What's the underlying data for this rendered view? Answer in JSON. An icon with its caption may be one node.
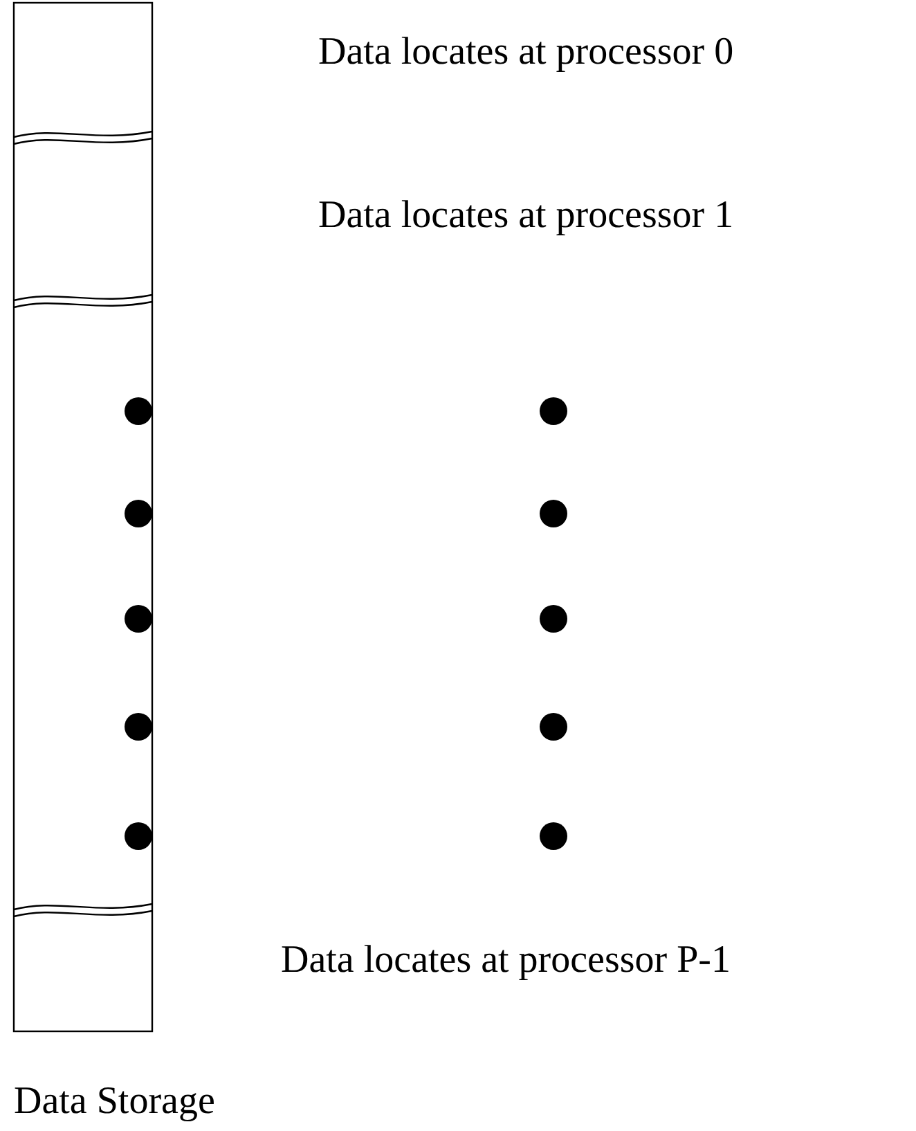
{
  "diagram": {
    "nodes": [
      {
        "text": [],
        "shape": "bar",
        "beside": [
          "Data Storage"
        ]
      }
    ],
    "labels": [
      "Data locates at processor 0",
      "Data locates at processor 1",
      "Data locates at processor P-1"
    ]
  }
}
